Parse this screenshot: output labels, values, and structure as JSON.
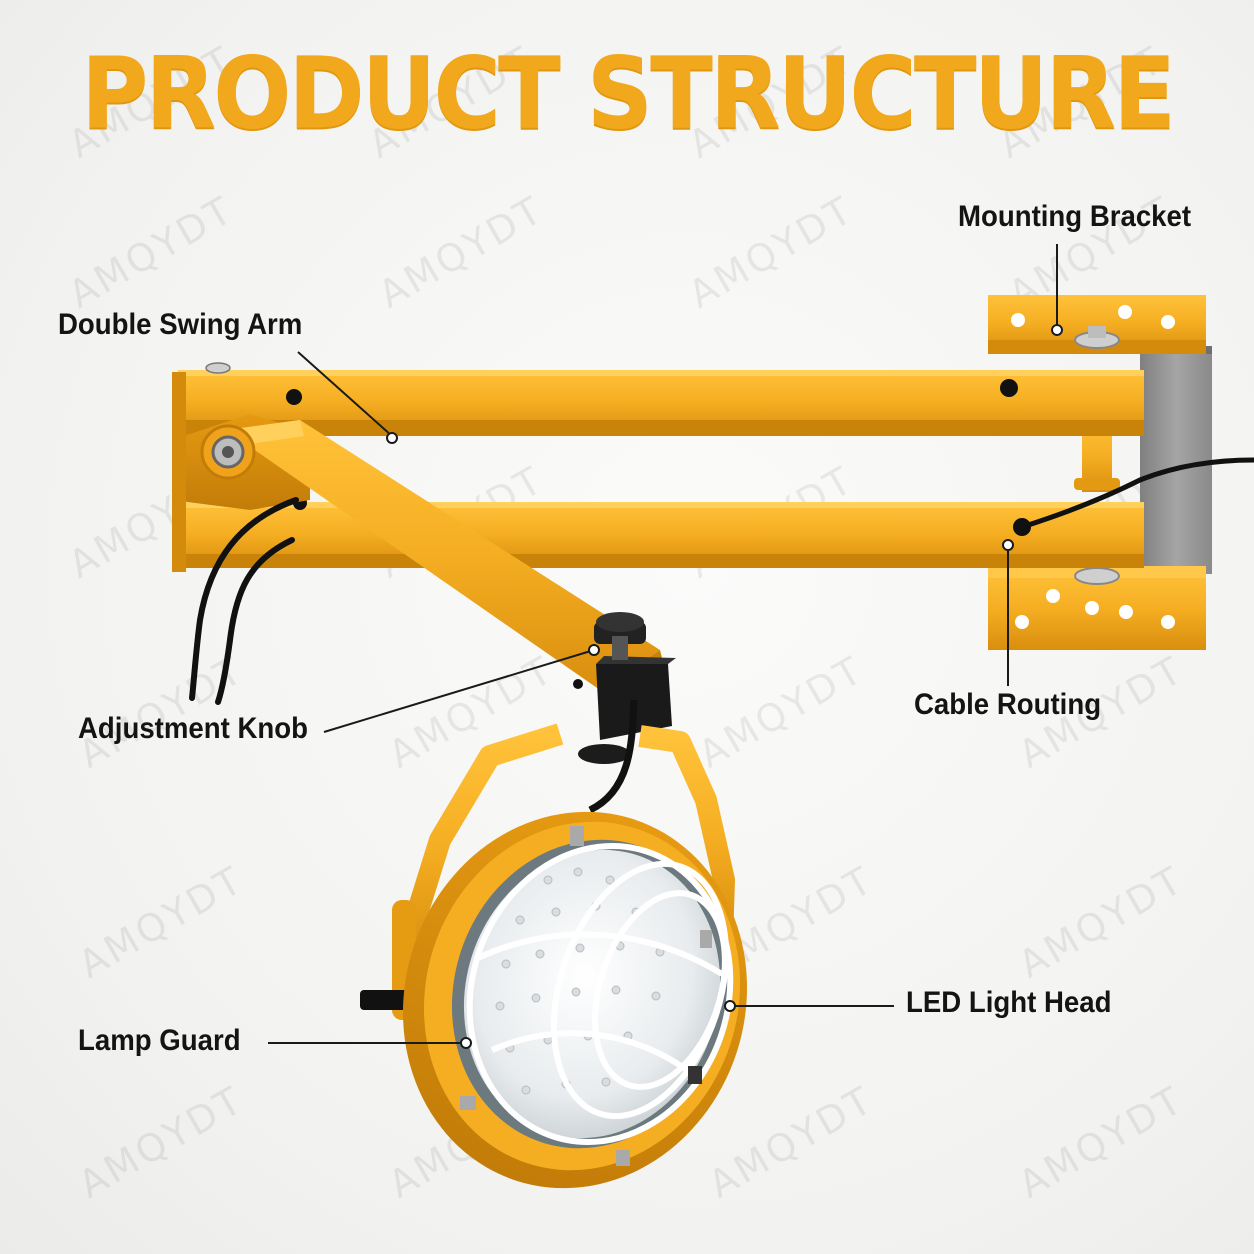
{
  "title": "PRODUCT STRUCTURE",
  "watermark": "AMQYDT",
  "labels": {
    "mounting_bracket": "Mounting Bracket",
    "double_swing_arm": "Double Swing Arm",
    "adjustment_knob": "Adjustment Knob",
    "cable_routing": "Cable Routing",
    "lamp_guard": "Lamp Guard",
    "led_light_head": "LED Light Head"
  },
  "colors": {
    "title": "#f2a81c",
    "arm_yellow": "#f5ae22",
    "bracket_gray": "#9a9a9a",
    "cable": "#111111",
    "text": "#141414"
  }
}
